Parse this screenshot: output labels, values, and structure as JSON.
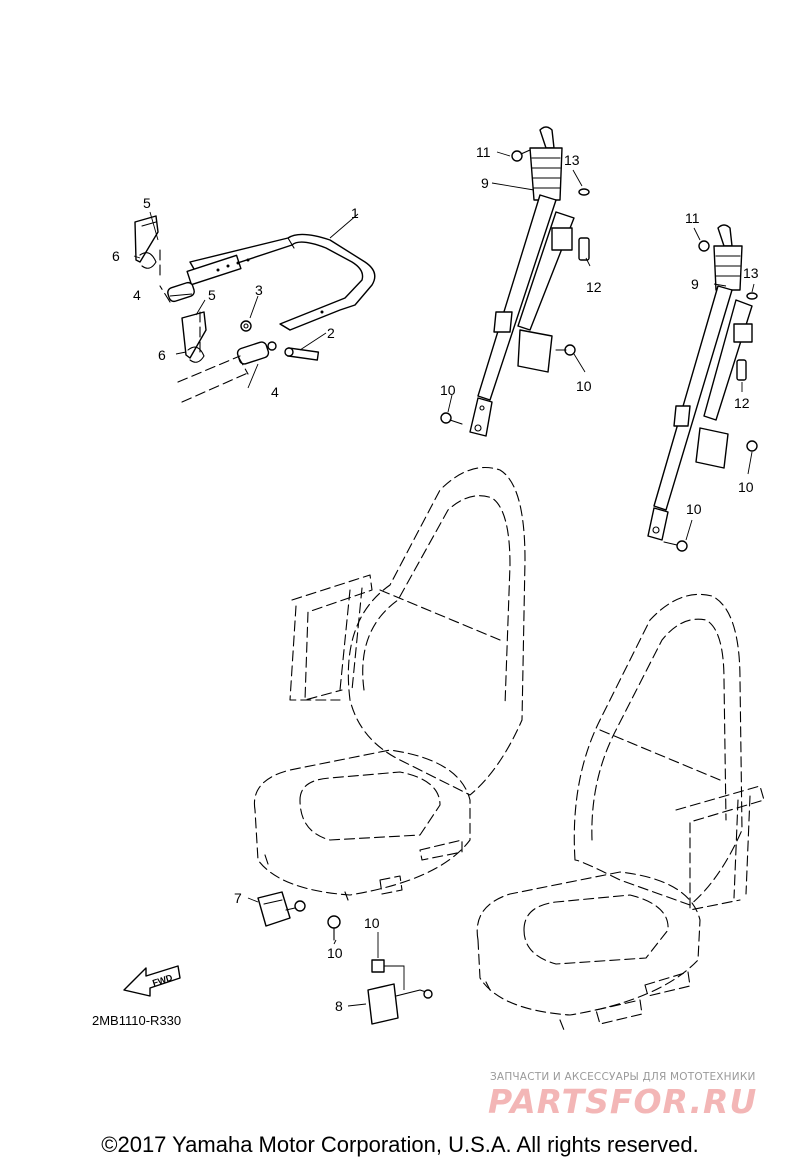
{
  "callouts": [
    {
      "id": "c1",
      "text": "1"
    },
    {
      "id": "c2",
      "text": "2"
    },
    {
      "id": "c3",
      "text": "3"
    },
    {
      "id": "c4a",
      "text": "4"
    },
    {
      "id": "c4b",
      "text": "4"
    },
    {
      "id": "c5a",
      "text": "5"
    },
    {
      "id": "c5b",
      "text": "5"
    },
    {
      "id": "c6a",
      "text": "6"
    },
    {
      "id": "c6b",
      "text": "6"
    },
    {
      "id": "c7",
      "text": "7"
    },
    {
      "id": "c8",
      "text": "8"
    },
    {
      "id": "c9a",
      "text": "9"
    },
    {
      "id": "c9b",
      "text": "9"
    },
    {
      "id": "c10a",
      "text": "10"
    },
    {
      "id": "c10b",
      "text": "10"
    },
    {
      "id": "c10c",
      "text": "10"
    },
    {
      "id": "c10d",
      "text": "10"
    },
    {
      "id": "c10e",
      "text": "10"
    },
    {
      "id": "c10f",
      "text": "10"
    },
    {
      "id": "c11a",
      "text": "11"
    },
    {
      "id": "c11b",
      "text": "11"
    },
    {
      "id": "c12a",
      "text": "12"
    },
    {
      "id": "c12b",
      "text": "12"
    },
    {
      "id": "c13a",
      "text": "13"
    },
    {
      "id": "c13b",
      "text": "13"
    }
  ],
  "fwd_label": "FWD",
  "diagram_code": "2MB1110-R330",
  "watermark": {
    "tagline": "ЗАПЧАСТИ И АКСЕССУАРЫ ДЛЯ МОТОТЕХНИКИ",
    "brand": "PARTSFOR.RU"
  },
  "copyright": "©2017 Yamaha Motor Corporation, U.S.A. All rights reserved."
}
